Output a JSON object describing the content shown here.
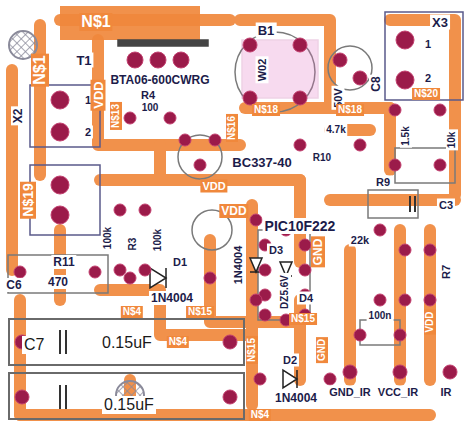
{
  "diagram": {
    "nodes": [
      {
        "text": [
          "C7",
          "0.15uF"
        ]
      },
      {
        "text": [
          "0.15uF"
        ]
      }
    ],
    "labels": [
      "N$1",
      "N$1",
      "X2",
      "1",
      "2",
      "VDD",
      "T1",
      "BTA06-600CWRG",
      "R4",
      "100",
      "N$13",
      "B1",
      "W02",
      "50V",
      "C8",
      "X3",
      "1",
      "2",
      "N$20",
      "N$18",
      "N$18",
      "N$16",
      "BC337-40",
      "4.7k",
      "R10",
      "1.5k",
      "10k",
      "VDD",
      "N$19",
      "VDD",
      "PIC10F222",
      "GND",
      "R9",
      "22k",
      "C3",
      "100k",
      "R3",
      "100k",
      "R11",
      "470",
      "C6",
      "D1",
      "1N4004",
      "1N4004",
      "D3",
      "DZ5.6V",
      "D4",
      "N$4",
      "N$15",
      "N$15",
      "N$15",
      "N$4",
      "N$4",
      "D2",
      "1N4004",
      "GND_IR",
      "VCC_IR",
      "IR",
      "100n",
      "R7",
      "VDD",
      "GND"
    ]
  }
}
